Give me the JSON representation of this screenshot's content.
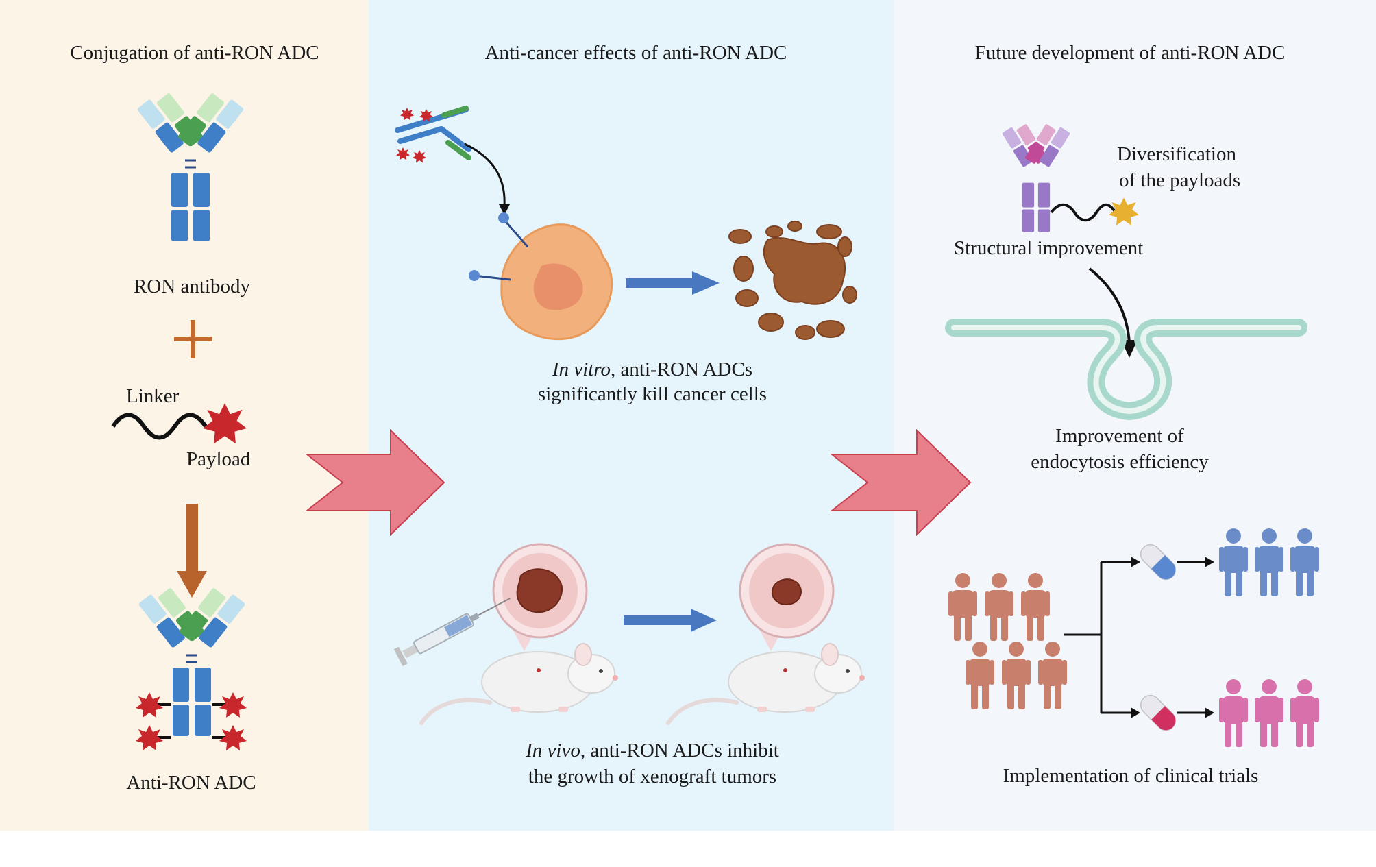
{
  "panels": [
    {
      "title": "Conjugation of anti-RON ADC",
      "antibody_label": "RON antibody",
      "linker_label": "Linker",
      "payload_label": "Payload",
      "adc_label": "Anti-RON ADC"
    },
    {
      "title": "Anti-cancer effects of  anti-RON ADC",
      "vitro_italic": "In vitro",
      "vitro_line1_rest": ", anti-RON ADCs",
      "vitro_line2": "significantly kill cancer cells",
      "vivo_italic": "In vivo",
      "vivo_line1_rest": ", anti-RON ADCs inhibit",
      "vivo_line2": "the growth of xenograft tumors"
    },
    {
      "title": "Future development of  anti-RON ADC",
      "diversification_line1": "Diversification",
      "diversification_line2": "of the payloads",
      "structural_label": "Structural improvement",
      "endocytosis_line1": "Improvement of",
      "endocytosis_line2": "endocytosis efficiency",
      "clinical_label": "Implementation of clinical trials"
    }
  ],
  "colors": {
    "panel1_bg": "#fdf4e8",
    "panel2_bg": "#e6f4fc",
    "panel3_bg": "#f3f7fb",
    "big_arrow": "#e8808c",
    "blue_arrow": "#4a78c0",
    "brown_arrow": "#b8622c",
    "payload_red": "#c8282c",
    "antibody_blue": "#3f7fc8",
    "cell_orange": "#f2b07c",
    "dead_cell_brown": "#9c5a30",
    "membrane_teal": "#a8d8cc",
    "people_brown": "#c8806c",
    "people_blue": "#6a8cc8",
    "people_pink": "#d870ac",
    "payload_gold": "#e8b030",
    "purple_antibody": "#9a78c8"
  },
  "icons": [
    "antibody-icon",
    "linker-payload-icon",
    "adc-icon",
    "cancer-cell-icon",
    "dead-cell-icon",
    "syringe-icon",
    "mouse-icon",
    "tumor-icon",
    "membrane-icon",
    "person-icon",
    "pill-icon"
  ]
}
